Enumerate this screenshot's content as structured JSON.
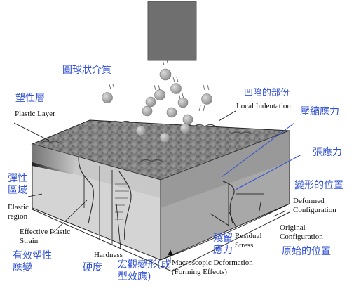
{
  "labels_zh": {
    "spherical_media": "圓球狀介質",
    "plastic_layer": "塑性層",
    "concave_part": "凹陷的部份",
    "compressive_stress": "壓縮應力",
    "tensile_stress": "張應力",
    "elastic_region": "彈性區域",
    "deformed_position": "變形的位置",
    "residual_stress": "殘留應力",
    "original_position": "原始的位置",
    "effective_plastic_strain": "有效塑性應變",
    "hardness": "硬度",
    "macro_deformation": "宏觀變形(成型效應)"
  },
  "labels_en": {
    "plastic_layer": "Plastic Layer",
    "local_indentation": "Local Indentation",
    "elastic_region": "Elastic region",
    "effective_plastic_strain": "Effective Plastic Strain",
    "hardness": "Hardness",
    "deformed_configuration": "Deformed Configuration",
    "original_configuration": "Original Configuration",
    "residual_stress": "Residual Stress",
    "macroscopic_deformation": "Macroscopic Deformation (Forming Effects)"
  },
  "colors": {
    "chinese_label": "#2f4fd6",
    "english_label": "#111111",
    "nozzle": "#6f6f6f",
    "shot": "#a9a9a9",
    "surface": "#7d7d7d",
    "front_face": "#d4d4d4",
    "right_face": "#a8a8a8",
    "pointer_line_blue": "#2f4fd6"
  }
}
